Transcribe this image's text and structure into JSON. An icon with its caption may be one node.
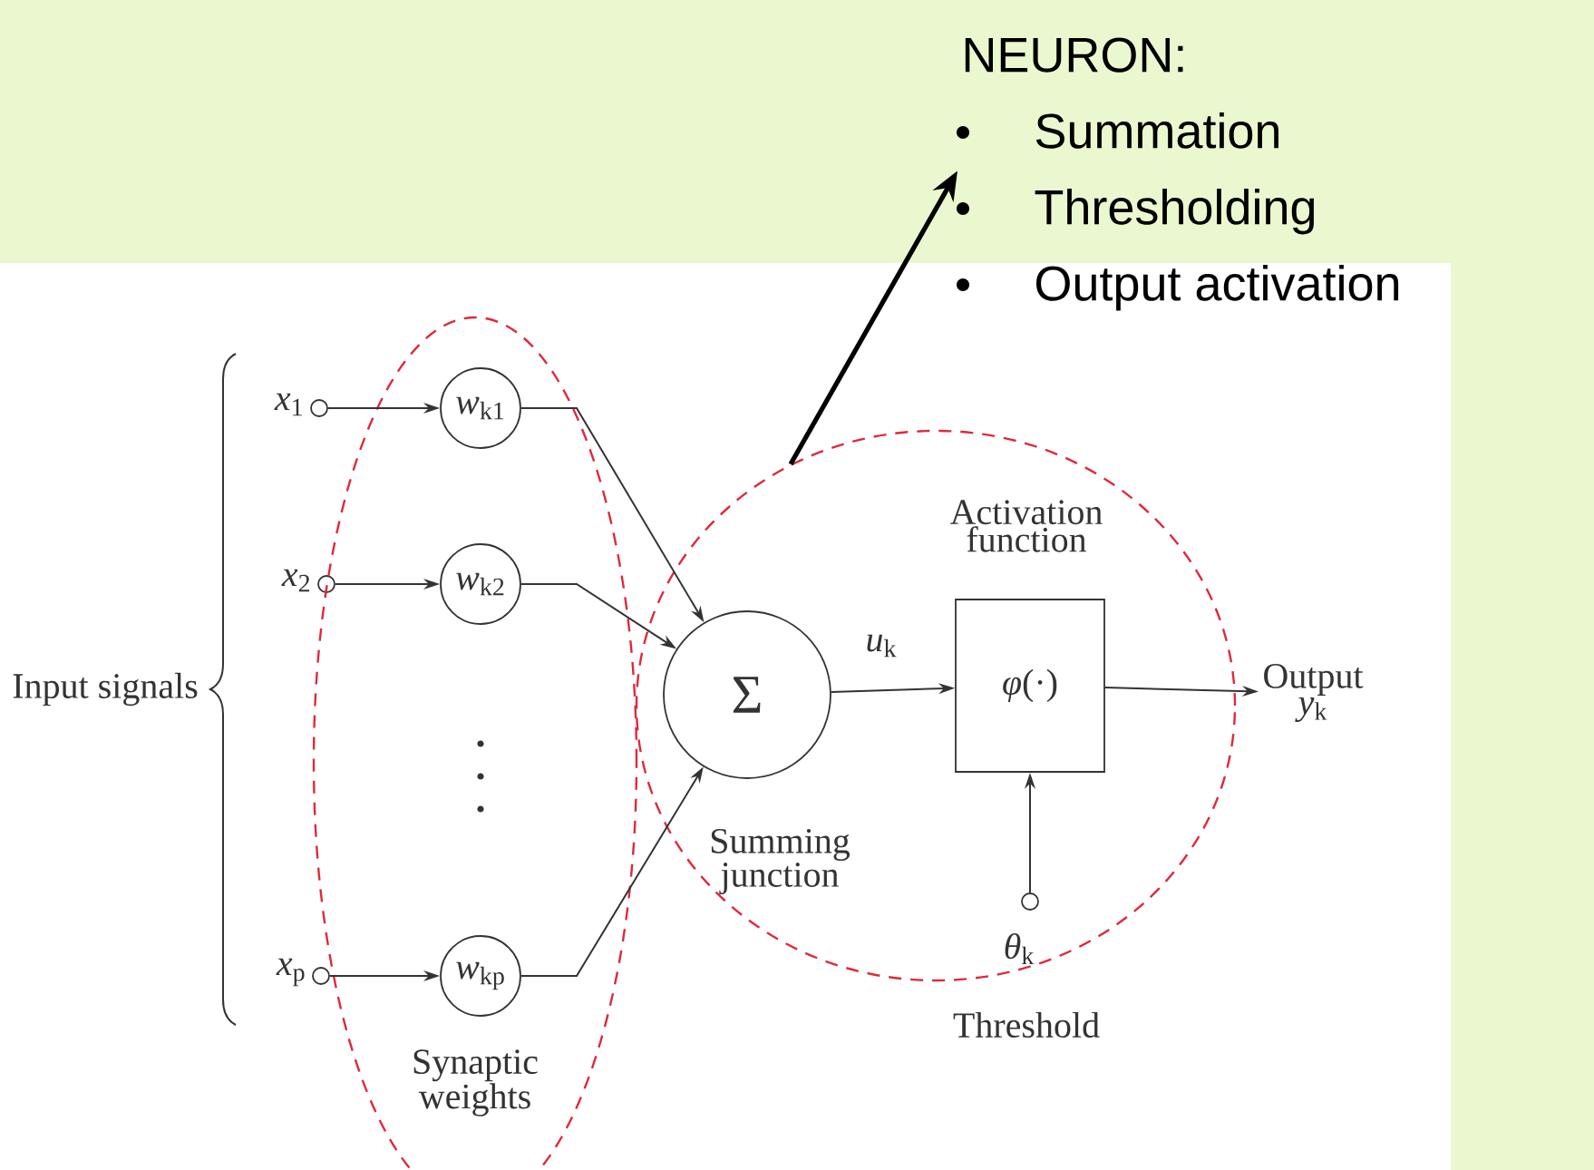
{
  "diagram": {
    "nodes": [
      {
        "text": [
          "NEURON:",
          "Summation",
          "Thresholding",
          "Output activation"
        ]
      },
      {
        "text": [],
        "shape": "circle",
        "beside": [
          "*x*$_{1}$"
        ]
      },
      {
        "text": [],
        "shape": "circle",
        "beside": [
          "*x*$_{2}$"
        ]
      },
      {
        "text": [],
        "shape": "circle",
        "beside": [
          "*x*$_{p}$"
        ]
      },
      {
        "text": [
          "Synaptic weights"
        ]
      },
      {
        "text": [
          "*w*$_{k1}$"
        ],
        "in": 4
      },
      {
        "text": [
          "*w*$_{k2}$"
        ],
        "in": 4
      },
      {
        "text": [
          "*w*$_{kp}$"
        ],
        "in": 4
      },
      {
        "text": [],
        "shape": "circle"
      },
      {
        "text": [
          "Σ"
        ],
        "in": 8,
        "beside": [
          "Summing junction"
        ]
      },
      {
        "text": [
          "*φ*(·)"
        ],
        "in": 8,
        "beside": [
          "Activation function"
        ]
      },
      {
        "text": [
          "Output",
          "*y*$_{k}$"
        ]
      },
      {
        "text": [],
        "shape": "circle",
        "in": 8,
        "beside": [
          "*θ*$_{k}$",
          "Threshold"
        ]
      }
    ],
    "edges": [
      {
        "from": 1,
        "to": 5,
        "arrow": "to"
      },
      {
        "from": 2,
        "to": 6,
        "arrow": "to"
      },
      {
        "from": 3,
        "to": 7,
        "arrow": "to"
      },
      {
        "from": 5,
        "to": 9,
        "arrow": "to"
      },
      {
        "from": 6,
        "to": 9,
        "arrow": "to"
      },
      {
        "from": 7,
        "to": 9,
        "arrow": "to"
      },
      {
        "from": 9,
        "to": 10,
        "arrow": "to",
        "label": "*u*$_{k}$"
      },
      {
        "from": 10,
        "to": 11,
        "arrow": "to"
      },
      {
        "from": 12,
        "to": 10,
        "arrow": "to"
      },
      {
        "from": 8,
        "to": 0,
        "arrow": "to",
        "style": "thick"
      }
    ],
    "labels": [
      "Input signals"
    ]
  }
}
